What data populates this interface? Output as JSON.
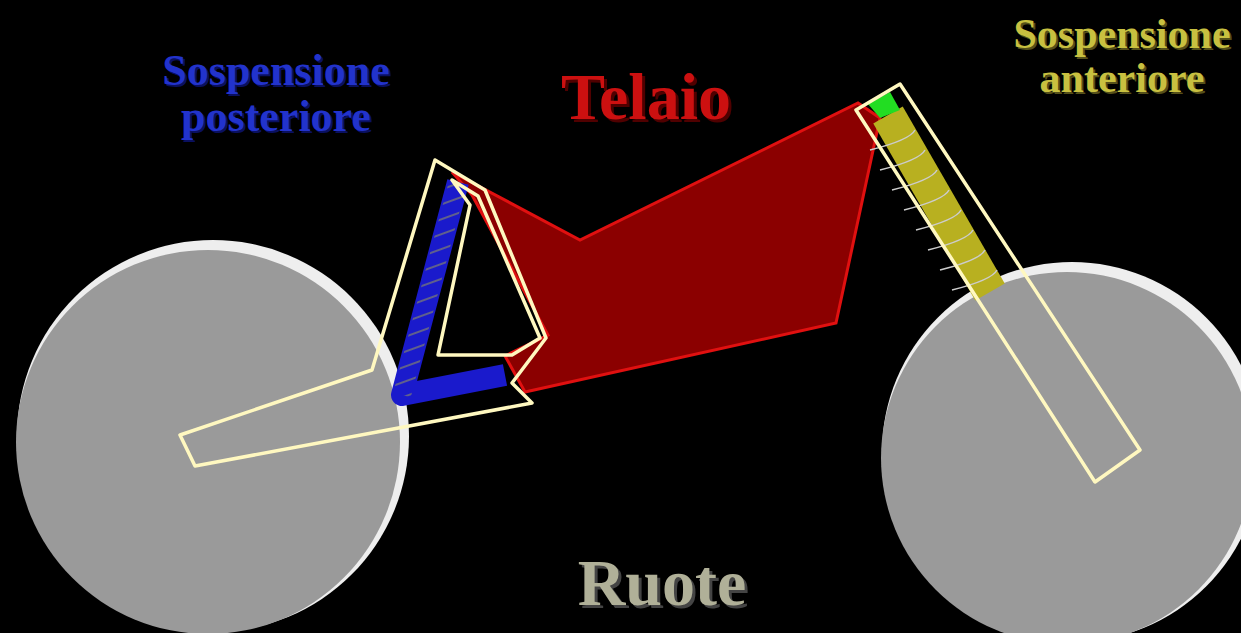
{
  "diagram": {
    "labels": [
      "Sospensione posteriore",
      "Telaio",
      "Sospensione anteriore",
      "Ruote"
    ]
  }
}
